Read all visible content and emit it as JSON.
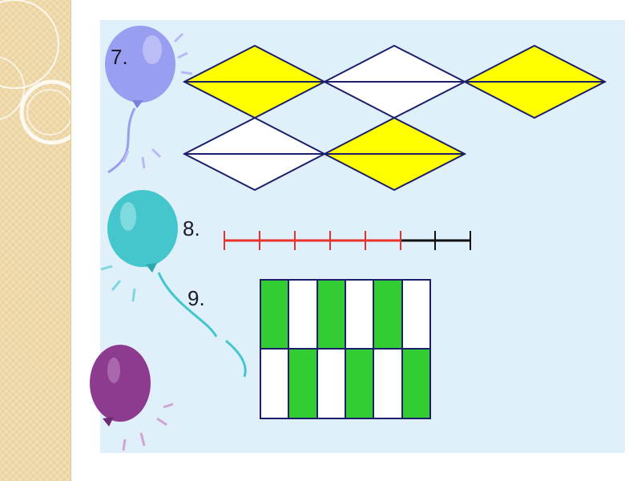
{
  "problems": [
    {
      "label": "7.",
      "figure": "rhombuses",
      "shaded_count": 3,
      "total_count": 5
    },
    {
      "label": "8.",
      "figure": "number-line",
      "segments_total": 7,
      "segments_highlighted": 5
    },
    {
      "label": "9.",
      "figure": "grid",
      "rows": 2,
      "columns": 6,
      "shaded_cells": [
        [
          0,
          0
        ],
        [
          0,
          2
        ],
        [
          0,
          4
        ],
        [
          1,
          1
        ],
        [
          1,
          3
        ],
        [
          1,
          5
        ]
      ]
    }
  ],
  "colors": {
    "panel": "#dff0fb",
    "outline": "#1b1f6b",
    "yellow_fill": "#ffff00",
    "green_fill": "#33cc33",
    "number_line_highlight": "#e8332c",
    "number_line_rest": "#111111",
    "balloon_blue": "#9a9ef0",
    "balloon_teal": "#45c6cc",
    "balloon_purple": "#8c3b8f"
  }
}
